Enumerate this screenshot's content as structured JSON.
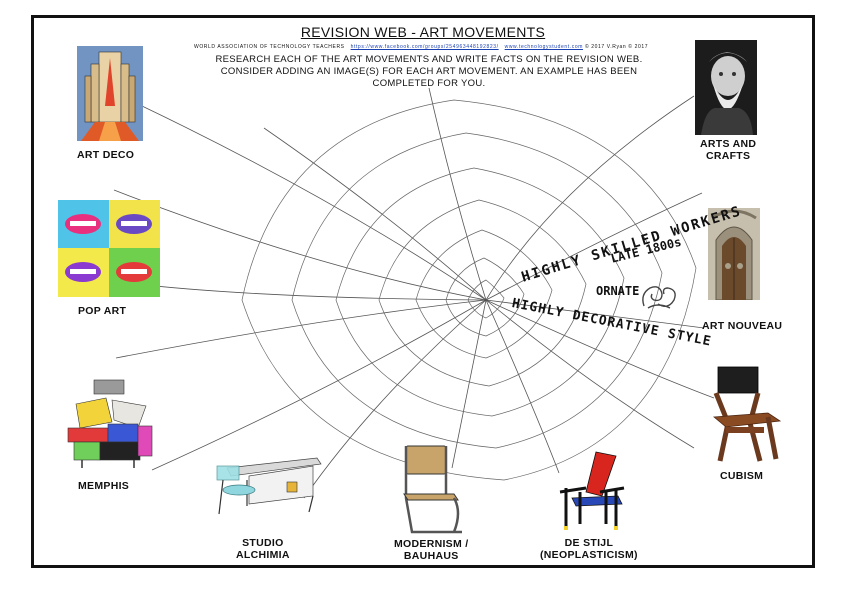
{
  "header": {
    "title": "REVISION WEB - ART MOVEMENTS",
    "subtitle_org": "WORLD ASSOCIATION OF TECHNOLOGY TEACHERS",
    "subtitle_link1": "https://www.facebook.com/groups/254963448192823/",
    "subtitle_link2": "www.technologystudent.com",
    "subtitle_copy": "© 2017 V.Ryan © 2017",
    "instructions": "RESEARCH EACH OF THE ART MOVEMENTS AND WRITE FACTS ON THE REVISION WEB. CONSIDER ADDING AN IMAGE(S) FOR EACH ART MOVEMENT. AN EXAMPLE HAS BEEN COMPLETED FOR YOU."
  },
  "movements": {
    "art_deco": "ART DECO",
    "arts_and_crafts_1": "ARTS AND",
    "arts_and_crafts_2": "CRAFTS",
    "pop_art": "POP ART",
    "art_nouveau": "ART NOUVEAU",
    "memphis": "MEMPHIS",
    "cubism": "CUBISM",
    "studio_alchimia_1": "STUDIO",
    "studio_alchimia_2": "ALCHIMIA",
    "modernism_1": "MODERNISM /",
    "modernism_2": "BAUHAUS",
    "de_stijl_1": "DE STIJL",
    "de_stijl_2": "(NEOPLASTICISM)"
  },
  "example_notes": {
    "note1": "HIGHLY SKILLED WORKERS",
    "note2": "LATE 1800s",
    "note3": "ORNATE",
    "note4": "HIGHLY DECORATIVE STYLE"
  },
  "icons": {
    "art_deco": "art-deco-building-icon",
    "arts_crafts": "portrait-photo-icon",
    "pop_art": "pop-art-lips-icon",
    "art_nouveau": "art-nouveau-door-icon",
    "memphis": "memphis-furniture-icon",
    "cubism": "cubist-chair-icon",
    "studio_alchimia": "alchimia-desk-icon",
    "modernism": "bauhaus-chair-icon",
    "de_stijl": "red-blue-chair-icon",
    "ornament": "scroll-ornament-icon"
  }
}
